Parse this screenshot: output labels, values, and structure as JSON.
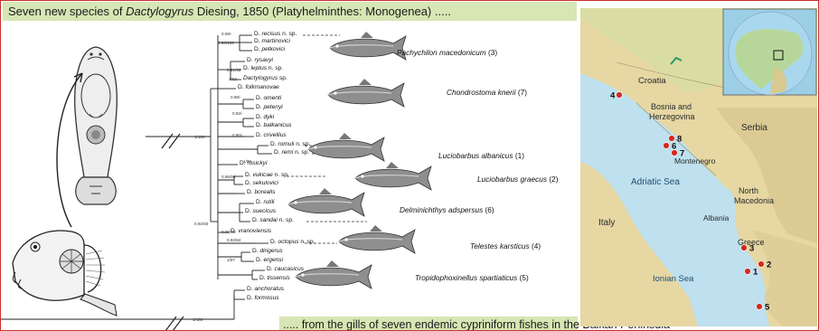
{
  "title": {
    "prefix": "Seven new species of ",
    "genus": "Dactylogyrus",
    "suffix": " Diesing, 1850 (Platyhelminthes: Monogenea) ....."
  },
  "bottom_caption": "..... from the gills of seven endemic cypriniform fishes in the Balkan Peninsula",
  "tree": {
    "taxa": [
      {
        "genus": "D.",
        "epithet": "recisus",
        "suffix": " n. sp."
      },
      {
        "genus": "D.",
        "epithet": "martinovici",
        "suffix": ""
      },
      {
        "genus": "D.",
        "epithet": "petkovici",
        "suffix": ""
      },
      {
        "genus": "D.",
        "epithet": "rysavyi",
        "suffix": ""
      },
      {
        "genus": "D.",
        "epithet": "leptus",
        "suffix": " n. sp."
      },
      {
        "genus": "",
        "epithet": "Dactylogyrus",
        "suffix": " sp."
      },
      {
        "genus": "D.",
        "epithet": "folkmanovae",
        "suffix": ""
      },
      {
        "genus": "D.",
        "epithet": "omenti",
        "suffix": ""
      },
      {
        "genus": "D.",
        "epithet": "petenyi",
        "suffix": ""
      },
      {
        "genus": "D.",
        "epithet": "dyki",
        "suffix": ""
      },
      {
        "genus": "D.",
        "epithet": "balkanicus",
        "suffix": ""
      },
      {
        "genus": "D.",
        "epithet": "crivellius",
        "suffix": ""
      },
      {
        "genus": "D.",
        "epithet": "romuli",
        "suffix": " n. sp."
      },
      {
        "genus": "D.",
        "epithet": "remi",
        "suffix": " n. sp."
      },
      {
        "genus": "D.",
        "epithet": "rosickyi",
        "suffix": ""
      },
      {
        "genus": "D.",
        "epithet": "vukicae",
        "suffix": " n. sp."
      },
      {
        "genus": "D.",
        "epithet": "sekulovici",
        "suffix": ""
      },
      {
        "genus": "D.",
        "epithet": "borealis",
        "suffix": ""
      },
      {
        "genus": "D.",
        "epithet": "rutili",
        "suffix": ""
      },
      {
        "genus": "D.",
        "epithet": "suecicus",
        "suffix": ""
      },
      {
        "genus": "D.",
        "epithet": "sandai",
        "suffix": " n. sp."
      },
      {
        "genus": "D.",
        "epithet": "vranoviensis",
        "suffix": ""
      },
      {
        "genus": "D.",
        "epithet": "octopus",
        "suffix": " n. sp."
      },
      {
        "genus": "D.",
        "epithet": "dirigerus",
        "suffix": ""
      },
      {
        "genus": "D.",
        "epithet": "ergensi",
        "suffix": ""
      },
      {
        "genus": "D.",
        "epithet": "caucasicus",
        "suffix": ""
      },
      {
        "genus": "D.",
        "epithet": "tissensis",
        "suffix": ""
      },
      {
        "genus": "D.",
        "epithet": "anchoratus",
        "suffix": ""
      },
      {
        "genus": "D.",
        "epithet": "formosus",
        "suffix": ""
      }
    ],
    "supports": [
      "0.99/-",
      "0.93/100",
      "0.91/53",
      "1/92",
      "0.98/-",
      "1/100",
      "0.92/-",
      "0.90/-",
      "1/99",
      "0.96/99",
      "0.92/50",
      "0.98/55",
      "0.92/84",
      "1/97",
      "1/100",
      "0.92"
    ]
  },
  "hosts": [
    {
      "name": "Pachychilon macedonicum",
      "num": " (3)"
    },
    {
      "name": "Chondrostoma knerii",
      "num": " (7)"
    },
    {
      "name": "Luciobarbus albanicus",
      "num": " (1)"
    },
    {
      "name": "Luciobarbus graecus",
      "num": " (2)"
    },
    {
      "name": "Delminichthys adspersus",
      "num": " (6)"
    },
    {
      "name": "Telestes karsticus",
      "num": " (4)"
    },
    {
      "name": "Tropidophoxinellus spartiaticus",
      "num": " (5)"
    }
  ],
  "map": {
    "labels": {
      "croatia": "Croatia",
      "bosnia1": "Bosnia and",
      "bosnia2": "Herzegovina",
      "serbia": "Serbia",
      "montenegro": "Montenegro",
      "adriatic": "Adriatic Sea",
      "north_mac1": "North",
      "north_mac2": "Macedonia",
      "italy": "Italy",
      "albania": "Albania",
      "greece": "Greece",
      "ionian": "Ionian Sea"
    },
    "sites": [
      "4",
      "8",
      "6",
      "7",
      "3",
      "2",
      "1",
      "5"
    ],
    "colors": {
      "sea": "#bfe0ee",
      "land": "#e8d9a6",
      "site": "#d42a1e"
    }
  }
}
